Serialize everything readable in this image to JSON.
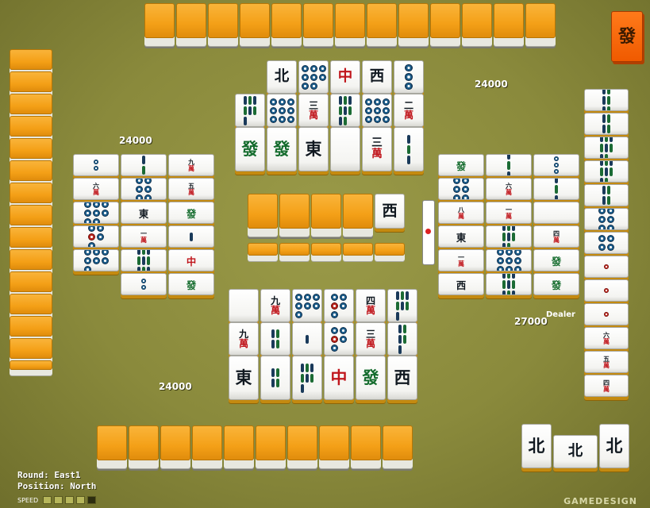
{
  "game": {
    "round_label": "Round: East1",
    "position_label": "Position: North",
    "speed_label": "SPEED",
    "speed_level": 4,
    "speed_max": 5,
    "brand": "GAMEDESIGN",
    "dealer_label": "Dealer"
  },
  "scores": {
    "north": "24000",
    "west": "24000",
    "south": "24000",
    "east": "27000"
  },
  "colors": {
    "table": "#8a8a3c",
    "tile_back": "#f4a017",
    "tile_face": "#ffffff",
    "red_glyph": "#c0161c",
    "dora_tile": "#f05a00"
  },
  "tiles": {
    "top_discards_row1": [
      "北",
      "8p",
      "中",
      "西",
      "3p"
    ],
    "top_discards_row2": [
      "7s",
      "9p",
      "三萬",
      "8s",
      "9p",
      "二萬"
    ],
    "top_discards_row3": [
      "發",
      "發",
      "東",
      "白",
      "三萬",
      "3s"
    ],
    "left_discards_row1": [
      "2p",
      "2s",
      "九萬"
    ],
    "left_discards_row2": [
      "六萬",
      "6p",
      "五萬"
    ],
    "left_discards_row3": [
      "8p",
      "東",
      "發"
    ],
    "left_discards_row4": [
      "5p",
      "一萬",
      "1s"
    ],
    "left_discards_row5": [
      "7p",
      "9s",
      "中"
    ],
    "left_discards_row6": [
      "2p",
      "發"
    ],
    "bottom_discards_row1": [
      "白",
      "九萬",
      "7p",
      "5p",
      "四萬",
      "7s"
    ],
    "bottom_discards_row2": [
      "九萬",
      "4s",
      "1s",
      "5p",
      "三萬",
      "5s"
    ],
    "bottom_discards_row3": [
      "東",
      "4s",
      "7s",
      "中",
      "發",
      "西"
    ],
    "right_discards_row1": [
      "發",
      "3s",
      "3p"
    ],
    "right_discards_row2": [
      "6p",
      "六萬",
      "3s"
    ],
    "right_discards_row3": [
      "八萬",
      "一萬",
      "白"
    ],
    "right_discards_row4": [
      "東",
      "8s",
      "四萬"
    ],
    "right_discards_row5": [
      "一萬",
      "9p",
      "發"
    ],
    "right_discards_row6": [
      "西",
      "9s",
      "發"
    ],
    "east_hand": [
      "6s",
      "4s",
      "8s",
      "8s",
      "4s",
      "6p",
      "4p",
      "1p",
      "1p",
      "1p",
      "六萬",
      "五萬",
      "四萬"
    ],
    "player_hand_melded": [
      "北",
      "北",
      "北"
    ],
    "center_revealed": "西",
    "dora_indicator": "發"
  }
}
